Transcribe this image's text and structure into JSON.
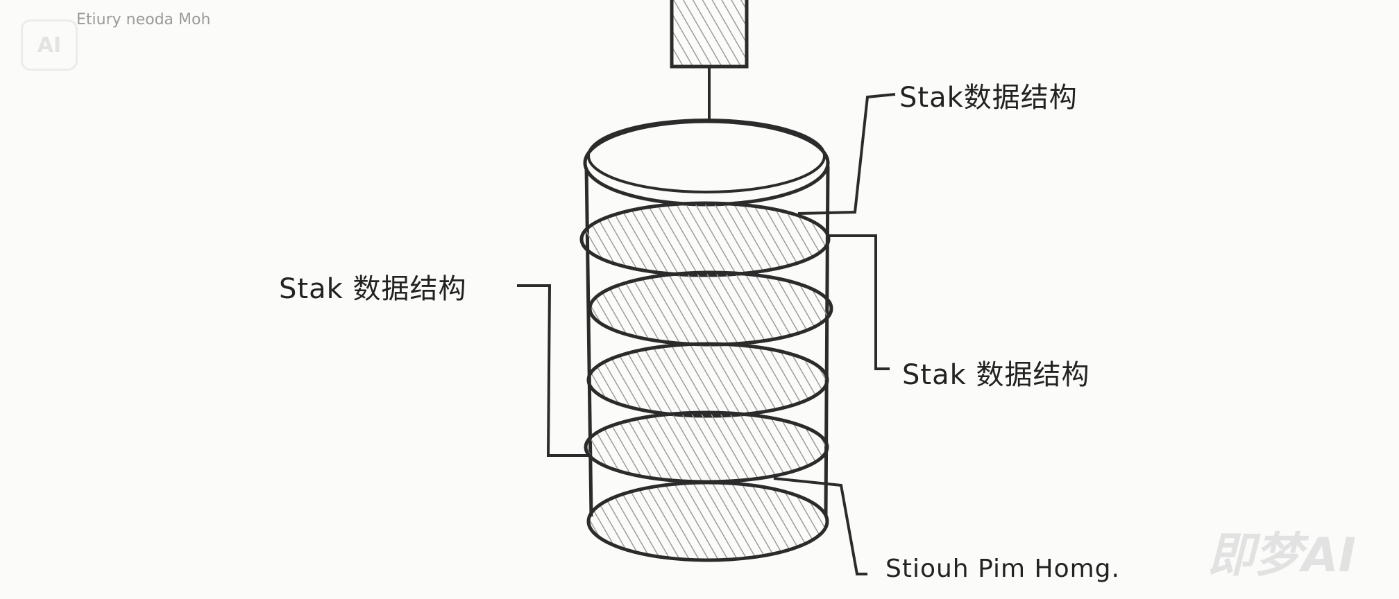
{
  "caption": "Etiury neoda Moh",
  "badge": "AI",
  "watermark": "即梦AI",
  "labels": {
    "top_right": "Stak数据结构",
    "left": "Stak 数据结构",
    "mid_right": "Stak 数据结构",
    "bottom_right": "Stiouh Pim Homg."
  },
  "colors": {
    "ink": "#2b2b2b",
    "paper": "#fbfbf9",
    "hatch": "#9c9c9c"
  }
}
